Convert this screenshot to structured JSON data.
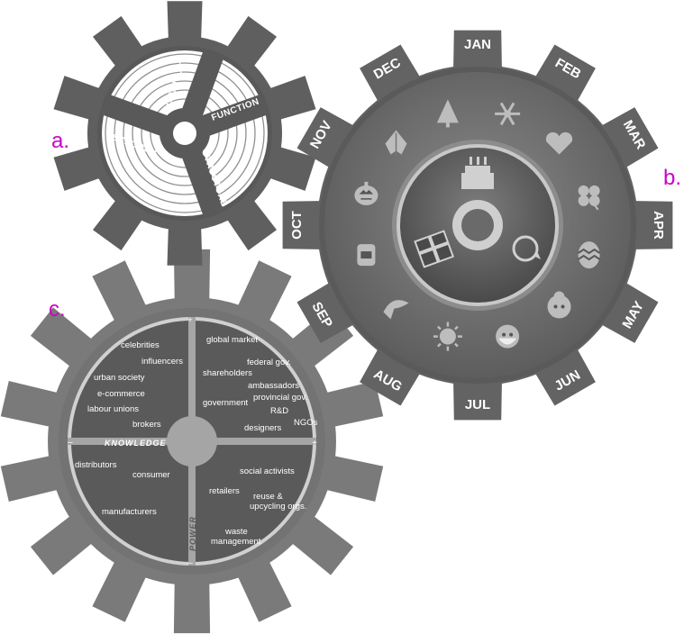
{
  "panels": {
    "a": "a.",
    "b": "b.",
    "c": "c."
  },
  "gear_a": {
    "labels": {
      "context": "CONTEXT",
      "function": "FUNCTION",
      "structure": "STRUCTURE",
      "process": "PROCESS"
    }
  },
  "gear_b": {
    "months": [
      "JAN",
      "FEB",
      "MAR",
      "APR",
      "MAY",
      "JUN",
      "JUL",
      "AUG",
      "SEP",
      "OCT",
      "NOV",
      "DEC"
    ],
    "icons": [
      "snowflake-icon",
      "heart-icon",
      "clover-icon",
      "easter-egg-icon",
      "grandma-icon",
      "grandpa-icon",
      "sun-icon",
      "parrot-icon",
      "backpack-icon",
      "pumpkin-icon",
      "leaf-icon",
      "tree-icon"
    ],
    "center_icons": [
      "birthday-cake-icon",
      "gift-icon",
      "cycle-icon"
    ]
  },
  "gear_c": {
    "axes": {
      "knowledge": "KNOWLEDGE",
      "power": "POWER",
      "plus": "+",
      "minus": "–"
    },
    "q1": [
      "celebrities",
      "influencers",
      "urban society",
      "e-commerce",
      "labour unions",
      "brokers"
    ],
    "q2": [
      "global market",
      "federal gov.",
      "shareholders",
      "ambassadors",
      "government",
      "provincial gov.",
      "R&D",
      "designers",
      "NGOs"
    ],
    "q3": [
      "distributors",
      "consumer",
      "manufacturers"
    ],
    "q4": [
      "social activists",
      "retailers",
      "reuse &",
      "upcycling orgs.",
      "waste",
      "management"
    ]
  }
}
